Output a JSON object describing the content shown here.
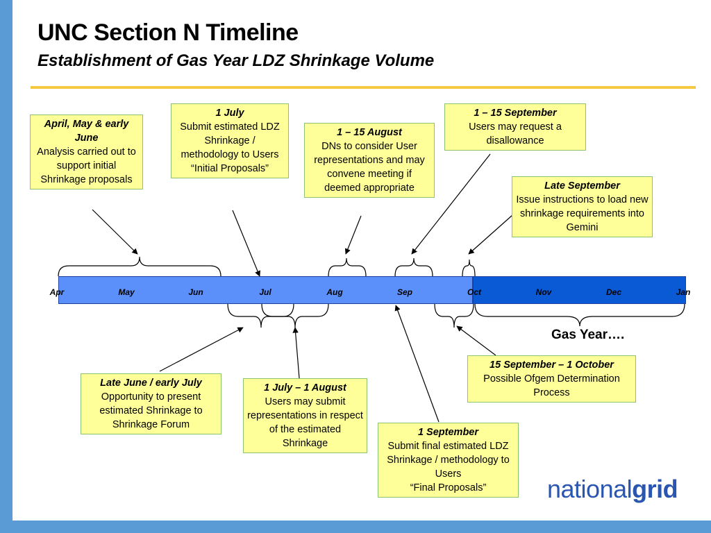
{
  "title": "UNC Section N Timeline",
  "subtitle": "Establishment of Gas Year LDZ Shrinkage Volume",
  "months": [
    "Apr",
    "May",
    "Jun",
    "Jul",
    "Aug",
    "Sep",
    "Oct",
    "Nov",
    "Dec",
    "Jan"
  ],
  "gas_year_label": "Gas Year….",
  "boxes": {
    "apr_may": {
      "heading": "April, May & early June",
      "body": "Analysis carried out to support initial Shrinkage proposals"
    },
    "july1": {
      "heading": "1 July",
      "body": "Submit estimated LDZ Shrinkage / methodology to Users\n“Initial Proposals”"
    },
    "aug": {
      "heading": "1 – 15 August",
      "body": "DNs to consider User representations and may convene meeting if deemed appropriate"
    },
    "sep_disallow": {
      "heading": "1 – 15 September",
      "body": "Users may request a disallowance"
    },
    "late_sep": {
      "heading": "Late September",
      "body": "Issue instructions to load new shrinkage requirements into Gemini"
    },
    "late_june": {
      "heading": "Late June / early July",
      "body": "Opportunity to present estimated Shrinkage to Shrinkage Forum"
    },
    "july_aug": {
      "heading": "1 July – 1 August",
      "body": "Users may submit representations in respect of the estimated Shrinkage"
    },
    "sep1": {
      "heading": "1 September",
      "body": "Submit final estimated LDZ Shrinkage / methodology to Users\n“Final Proposals”"
    },
    "sep_oct": {
      "heading": "15 September – 1 October",
      "body": "Possible Ofgem Determination Process"
    }
  },
  "logo": {
    "part1": "national",
    "part2": "grid"
  },
  "colors": {
    "accent_blue": "#5b9bd5",
    "box_fill": "#ffff99",
    "rule_yellow": "#f5c842",
    "timeline_light": "#5b8ff9",
    "timeline_dark": "#0a5ad6"
  }
}
